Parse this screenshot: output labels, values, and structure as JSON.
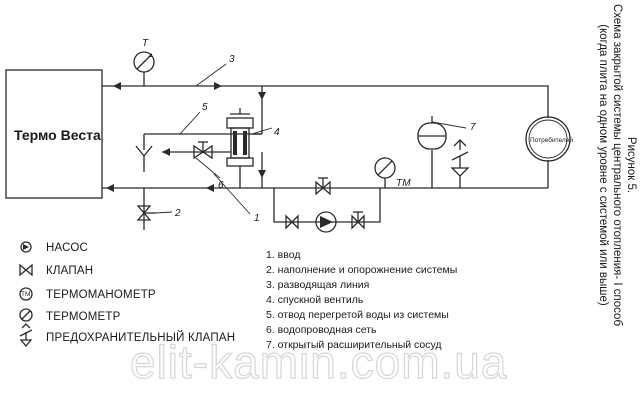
{
  "boiler_label": "Термо Веста",
  "consumer_label": "Потребителей",
  "tm_label": "ТМ",
  "thermometer_glyph": "T",
  "tm_glyph": "TM",
  "callouts": [
    "3",
    "5",
    "4",
    "6",
    "1",
    "2",
    "7"
  ],
  "legend": [
    {
      "icon": "pump-icon",
      "label": "НАСОС"
    },
    {
      "icon": "valve-icon",
      "label": "КЛАПАН"
    },
    {
      "icon": "thermomanometer-icon",
      "label": "ТЕРМОМАНОМЕТР"
    },
    {
      "icon": "thermometer-icon",
      "label": "ТЕРМОМЕТР"
    },
    {
      "icon": "safety-valve-icon",
      "label": "ПРЕДОХРАНИТЕЛЬНЫЙ КЛАПАН"
    }
  ],
  "numbered_list": [
    "1. ввод",
    "2. наполнение и опорожнение системы",
    "3. разводящая линия",
    "4. спускной вентиль",
    "5. отвод перегретой воды из системы",
    "6. водопроводная сеть",
    "7. открытый расширительный сосуд"
  ],
  "side_caption": {
    "line1": "Рисунок 5.",
    "line2": "Схема закрытой системы центрального отопления- I способ",
    "line3": "(когда плита на одном уровне с системой или выше)"
  },
  "watermark": "elit-kamin.com.ua"
}
